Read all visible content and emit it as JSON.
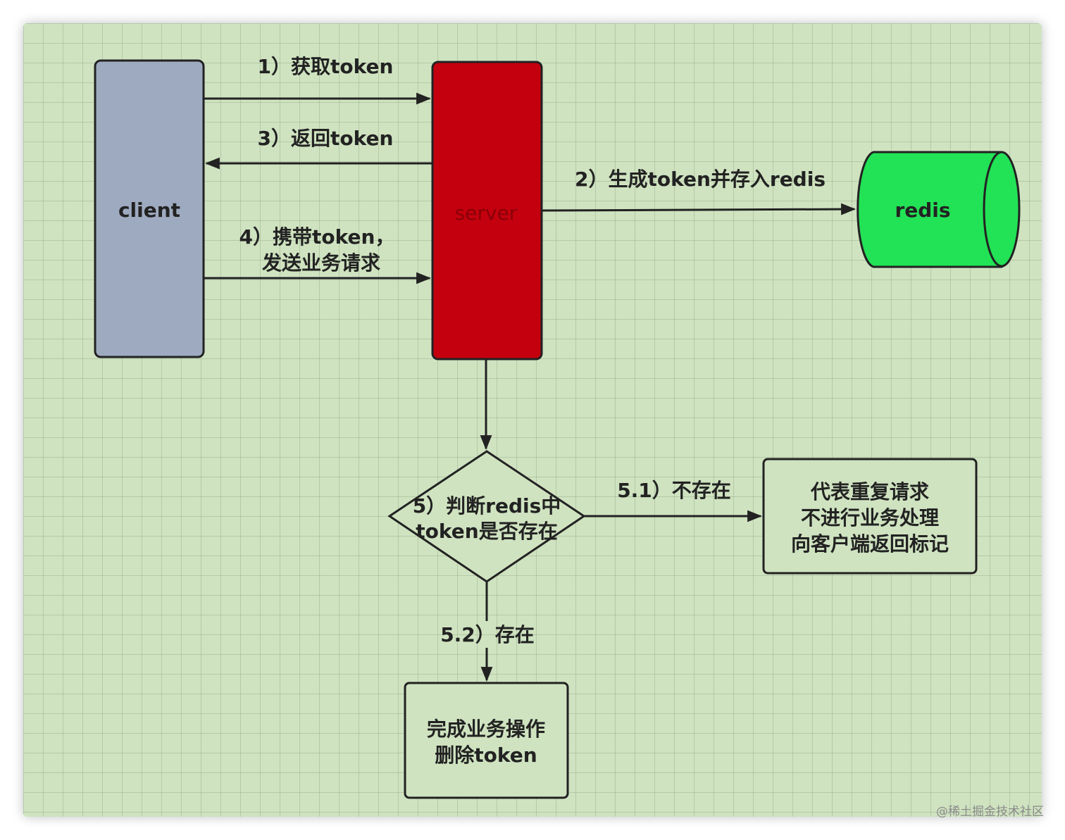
{
  "nodes": {
    "client": {
      "label": "client",
      "color": "#9eaac0"
    },
    "server": {
      "label": "server",
      "color": "#c4000e",
      "label_color": "#8a0008"
    },
    "redis": {
      "label": "redis",
      "color": "#22e256"
    },
    "decision": {
      "lines": [
        "5）判断redis中",
        "token是否存在"
      ]
    },
    "duplicate": {
      "lines": [
        "代表重复请求",
        "不进行业务处理",
        "向客户端返回标记"
      ]
    },
    "complete": {
      "lines": [
        "完成业务操作",
        "删除token"
      ]
    }
  },
  "edges": {
    "get_token": "1）获取token",
    "return_token": "3）返回token",
    "store_token": "2）生成token并存入redis",
    "send_request": [
      "4）携带token，",
      "发送业务请求"
    ],
    "not_exists": "5.1）不存在",
    "exists": "5.2）存在"
  },
  "watermark": "@稀土掘金技术社区",
  "colors": {
    "background": "#cfe3c0",
    "stroke": "#222222"
  }
}
